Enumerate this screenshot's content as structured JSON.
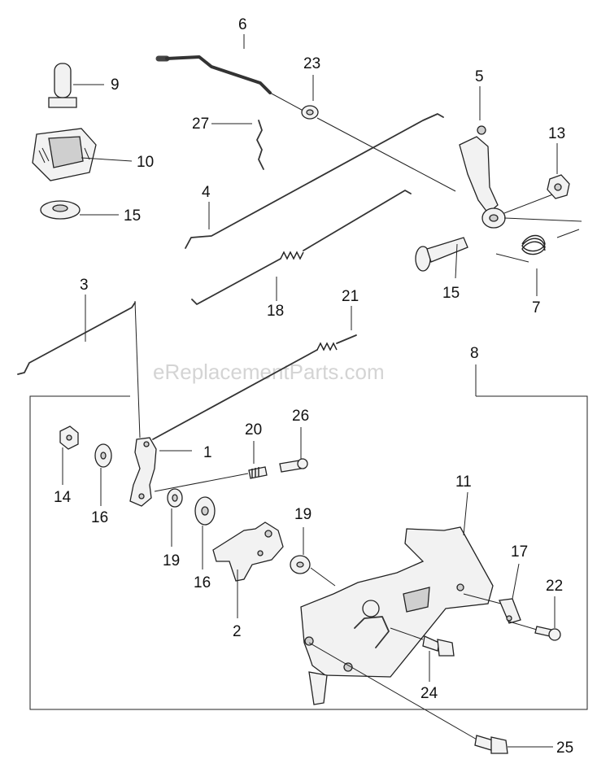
{
  "watermark": "eReplacementParts.com",
  "labels": {
    "p1": "1",
    "p2": "2",
    "p3": "3",
    "p4": "4",
    "p5": "5",
    "p6": "6",
    "p7": "7",
    "p8": "8",
    "p9": "9",
    "p10": "10",
    "p11": "11",
    "p13": "13",
    "p14": "14",
    "p15a": "15",
    "p15b": "15",
    "p16a": "16",
    "p16b": "16",
    "p17": "17",
    "p18": "18",
    "p19a": "19",
    "p19b": "19",
    "p20": "20",
    "p21": "21",
    "p22": "22",
    "p23": "23",
    "p24": "24",
    "p25": "25",
    "p26": "26",
    "p27": "27"
  }
}
